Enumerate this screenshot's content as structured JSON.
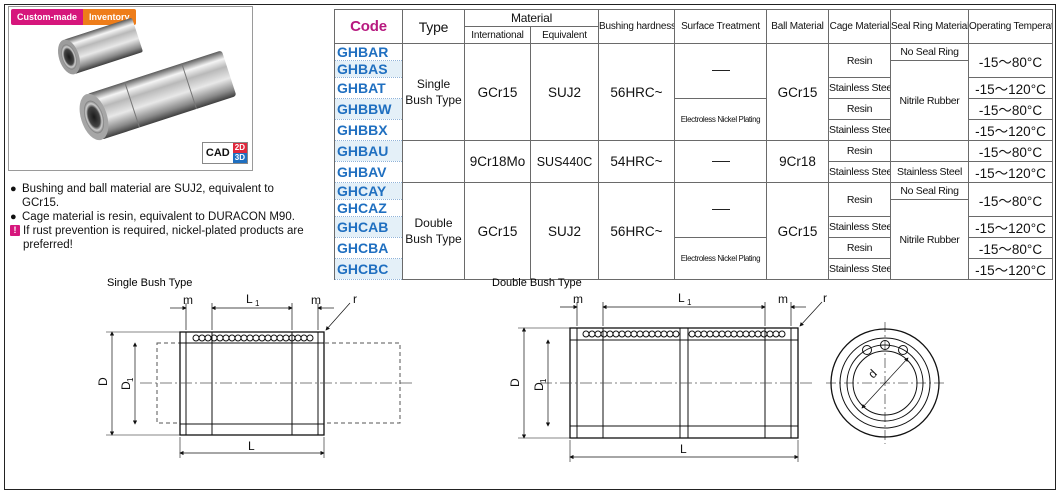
{
  "badges": {
    "custom": "Custom-made",
    "inventory": "Inventory"
  },
  "cad": {
    "label": "CAD",
    "d2": "2D",
    "d3": "3D"
  },
  "notes": [
    {
      "kind": "bullet",
      "text": "Bushing and ball material are SUJ2, equivalent to GCr15."
    },
    {
      "kind": "bullet",
      "text": "Cage material is resin, equivalent to DURACON M90."
    },
    {
      "kind": "warning",
      "icon": "!",
      "text": "If rust prevention is required, nickel-plated products are preferred!"
    }
  ],
  "table": {
    "headers": {
      "code": "Code",
      "type": "Type",
      "material": "Material",
      "international": "International",
      "equivalent": "Equivalent",
      "hardness": "Bushing hardness",
      "surface": "Surface Treatment",
      "ball": "Ball Material",
      "cage": "Cage Material",
      "seal": "Seal Ring Material",
      "temp": "Operating Temperature"
    },
    "codes": [
      "GHBAR",
      "GHBAS",
      "GHBAT",
      "GHBBW",
      "GHBBX",
      "GHBAU",
      "GHBAV",
      "GHCAY",
      "GHCAZ",
      "GHCAB",
      "GHCBA",
      "GHCBC"
    ],
    "single_type": "Single Bush Type",
    "double_type": "Double Bush Type",
    "gcr15": "GCr15",
    "suj2": "SUJ2",
    "hrc56": "56HRC~",
    "cr18mo": "9Cr18Mo",
    "sus440c": "SUS440C",
    "hrc54": "54HRC~",
    "cr18": "9Cr18",
    "nickel": "Electroless Nickel Plating",
    "resin": "Resin",
    "stainless": "Stainless Steel",
    "no_seal": "No Seal Ring",
    "nitrile": "Nitrile Rubber",
    "t80": "-15～80°C",
    "t120": "-15～120°C"
  },
  "drawings": {
    "single_title": "Single Bush Type",
    "double_title": "Double Bush Type",
    "m": "m",
    "l1": "L",
    "l1_sub": "1",
    "r": "r",
    "d": "D",
    "d1": "D",
    "d1_sub": "1",
    "l": "L",
    "inner_d": "d"
  }
}
